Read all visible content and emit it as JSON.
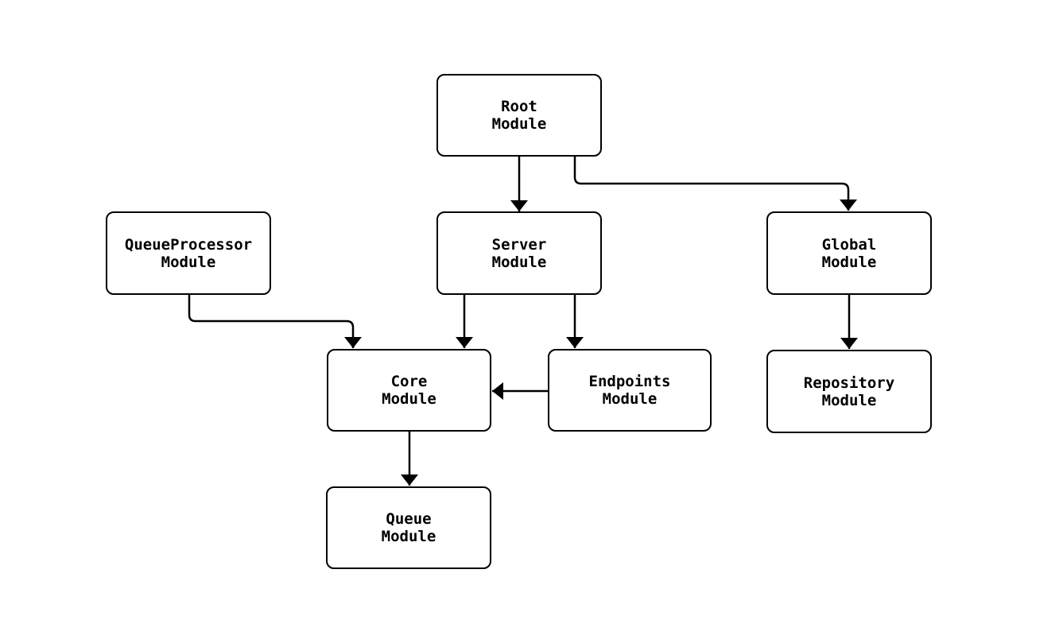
{
  "diagram": {
    "type": "module-dependency-flowchart",
    "colors": {
      "background": "#ffffff",
      "node_fill": "#ffffff",
      "stroke": "#000000",
      "text": "#000000"
    },
    "nodes": [
      {
        "id": "root",
        "line1": "Root",
        "line2": "Module"
      },
      {
        "id": "queueprocessor",
        "line1": "QueueProcessor",
        "line2": "Module"
      },
      {
        "id": "server",
        "line1": "Server",
        "line2": "Module"
      },
      {
        "id": "global",
        "line1": "Global",
        "line2": "Module"
      },
      {
        "id": "core",
        "line1": "Core",
        "line2": "Module"
      },
      {
        "id": "endpoints",
        "line1": "Endpoints",
        "line2": "Module"
      },
      {
        "id": "repository",
        "line1": "Repository",
        "line2": "Module"
      },
      {
        "id": "queue",
        "line1": "Queue",
        "line2": "Module"
      }
    ],
    "edges": [
      {
        "from": "Root Module",
        "to": "Server Module"
      },
      {
        "from": "Root Module",
        "to": "Global Module"
      },
      {
        "from": "QueueProcessor Module",
        "to": "Core Module"
      },
      {
        "from": "Server Module",
        "to": "Core Module"
      },
      {
        "from": "Server Module",
        "to": "Endpoints Module"
      },
      {
        "from": "Endpoints Module",
        "to": "Core Module"
      },
      {
        "from": "Global Module",
        "to": "Repository Module"
      },
      {
        "from": "Core Module",
        "to": "Queue Module"
      }
    ]
  }
}
